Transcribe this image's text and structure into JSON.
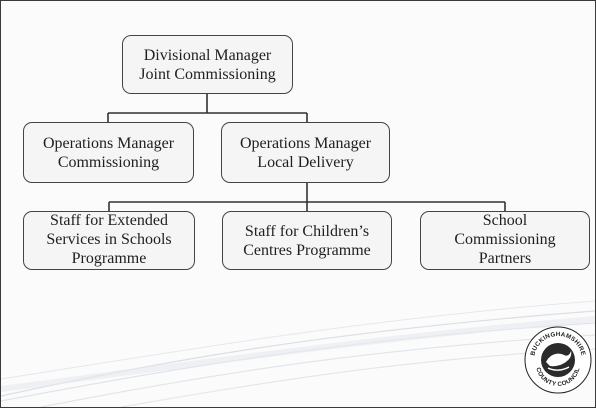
{
  "org_chart": {
    "top": {
      "label": "Divisional Manager\nJoint Commissioning"
    },
    "level2": [
      {
        "label": "Operations Manager\nCommissioning"
      },
      {
        "label": "Operations Manager\nLocal Delivery"
      }
    ],
    "level3": [
      {
        "label": "Staff for Extended\nServices in Schools\nProgramme"
      },
      {
        "label": "Staff for Children’s\nCentres Programme"
      },
      {
        "label": "School\nCommissioning\nPartners"
      }
    ]
  },
  "logo": {
    "text_top": "BUCKINGHAMSHIRE",
    "text_bottom": "COUNTY COUNCIL"
  },
  "colors": {
    "node_border": "#444444",
    "node_fill": "#f5f5f5",
    "connector": "#333333",
    "wave": "#d6dde3"
  }
}
